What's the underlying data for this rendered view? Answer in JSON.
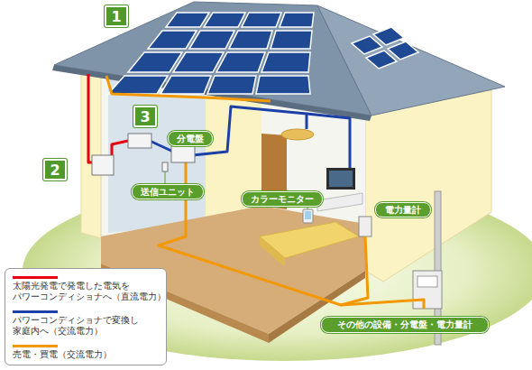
{
  "diagram": {
    "nodes": [
      {
        "text": [
          "分電盤"
        ]
      },
      {
        "text": [
          "送信ユニット"
        ]
      },
      {
        "text": [
          "カラーモニター"
        ]
      },
      {
        "text": [
          "電力量計"
        ]
      },
      {
        "text": [
          "その他の設備・分電盤・電力量計"
        ]
      }
    ],
    "labels": [
      "1",
      "2",
      "3"
    ],
    "legend": [
      {
        "text": "太陽光発電で発電した電気を パワーコンディショナへ（直流電力）"
      },
      {
        "text": "パワーコンディショナで変換し 家庭内へ（交流電力）"
      },
      {
        "text": "売電・買電（交流電力）"
      }
    ]
  }
}
